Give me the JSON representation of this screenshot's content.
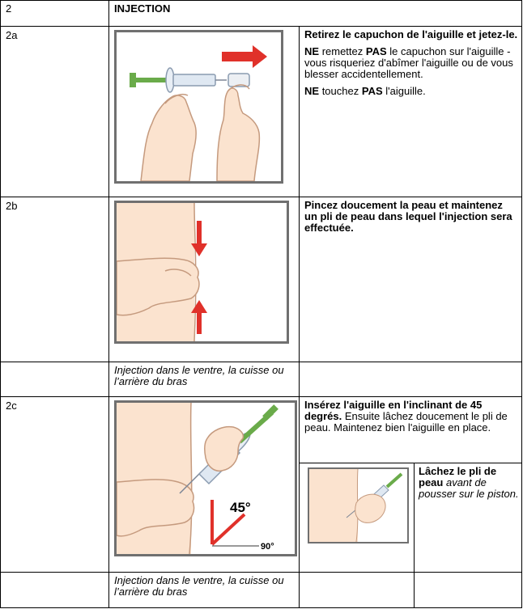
{
  "header": {
    "number": "2",
    "title": "INJECTION"
  },
  "steps": [
    {
      "id": "2a",
      "instruction_bold": "Retirez le capuchon de l'aiguille et jetez-le.",
      "warning1": {
        "ne": "NE",
        "mid": "remettez",
        "pas": "PAS",
        "rest": "le capuchon sur l'aiguille - vous risqueriez d'abîmer l'aiguille ou de vous blesser accidentellement."
      },
      "warning2": {
        "ne": "NE",
        "mid": "touchez",
        "pas": "PAS",
        "rest": "l'aiguille."
      }
    },
    {
      "id": "2b",
      "instruction_bold": "Pincez doucement la peau et maintenez un pli de peau dans lequel l'injection sera effectuée.",
      "caption": "Injection dans le ventre, la cuisse ou l’arrière du bras"
    },
    {
      "id": "2c",
      "instruction_bold": "Insérez l'aiguille en l'inclinant de 45 degrés.",
      "instruction_rest": "Ensuite lâchez doucement le pli de peau. Maintenez bien l'aiguille en place.",
      "release_bold": "Lâchez le pli de peau",
      "release_italic": "avant de pousser sur le piston.",
      "angle_45": "45°",
      "angle_90": "90°",
      "caption": "Injection dans le ventre, la cuisse ou l’arrière du bras"
    }
  ],
  "colors": {
    "arrow": "#e0312a",
    "plunger": "#6aab4a",
    "skin": "#fbe3cf",
    "skin_outline": "#c59a7e",
    "frame": "#707070"
  }
}
